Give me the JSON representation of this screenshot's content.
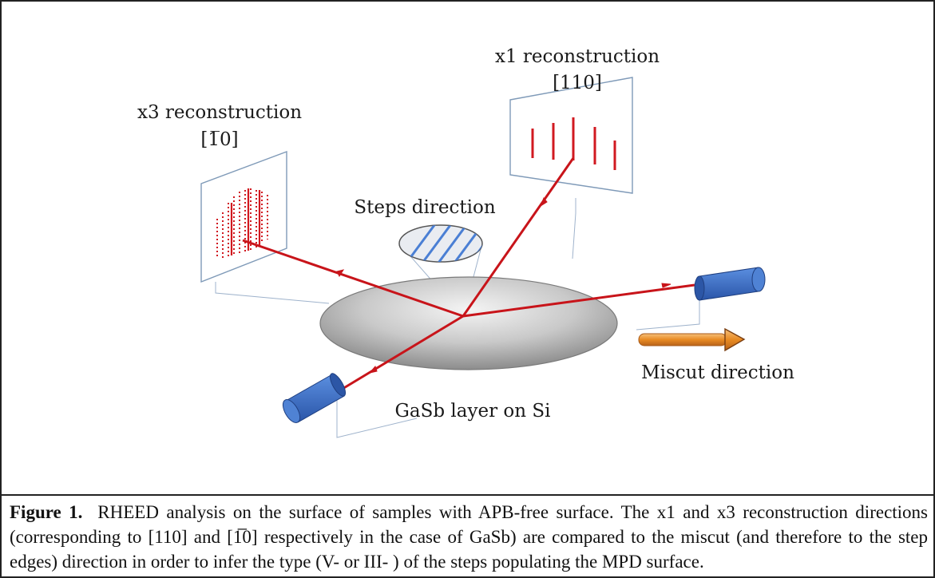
{
  "diagram": {
    "x1_label": "x1 reconstruction",
    "x1_direction": "[110]",
    "x3_label": "x3 reconstruction",
    "x3_direction": "[1̅0]",
    "steps_label": "Steps direction",
    "sample_label": "GaSb layer on Si",
    "miscut_label": "Miscut direction",
    "colors": {
      "beam": "#c8141a",
      "gun": "#3e6fc2",
      "miscut_arrow": "#e8902c",
      "disc": "#b8b8b8",
      "stripes": "#4a7fd4"
    }
  },
  "caption": {
    "label": "Figure 1.",
    "text": "RHEED analysis on the surface of samples with APB-free surface. The x1 and x3 reconstruction directions (corresponding to [110] and [1̅0] respectively in the case of GaSb) are compared to the miscut (and therefore to the step edges) direction in order to infer the type (V- or III- ) of the steps populating the MPD surface."
  }
}
